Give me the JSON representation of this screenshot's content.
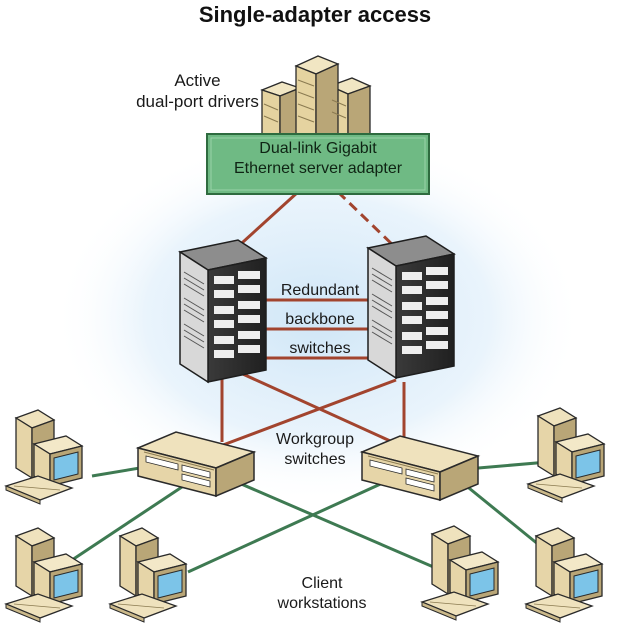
{
  "title": "Single-adapter access",
  "labels": {
    "active_drivers_line1": "Active",
    "active_drivers_line2": "dual-port drivers",
    "adapter_line1": "Dual-link Gigabit",
    "adapter_line2": "Ethernet server adapter",
    "backbone_line1": "Redundant",
    "backbone_line2": "backbone",
    "backbone_line3": "switches",
    "workgroup_line1": "Workgroup",
    "workgroup_line2": "switches",
    "clients_line1": "Client",
    "clients_line2": "workstations"
  },
  "colors": {
    "backbone_link": "#a2442e",
    "client_link": "#3e7a52",
    "adapter_fill": "#6fba84",
    "halo": "#cfe6f7",
    "server_tan": "#e5d3a0"
  },
  "icons": {
    "server_cluster": "server-cluster-icon",
    "backbone_switch": "rack-switch-icon",
    "workgroup_switch": "workgroup-switch-icon",
    "workstation": "desktop-computer-icon"
  }
}
